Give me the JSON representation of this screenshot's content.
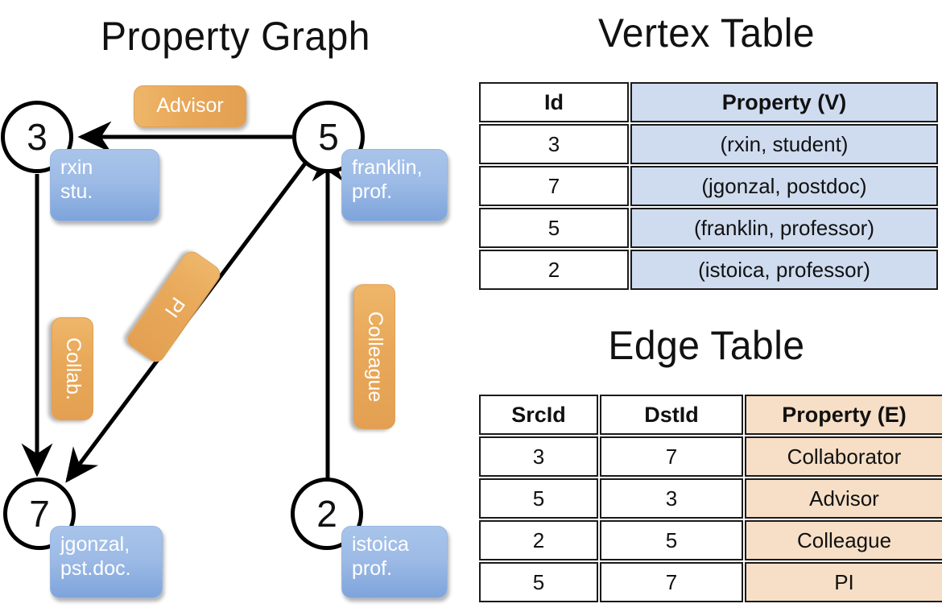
{
  "titles": {
    "property_graph": "Property Graph",
    "vertex_table": "Vertex Table",
    "edge_table": "Edge Table"
  },
  "graph": {
    "nodes": [
      {
        "id": "3",
        "prop_lines": [
          "rxin",
          "stu."
        ]
      },
      {
        "id": "5",
        "prop_lines": [
          "franklin,",
          "prof."
        ]
      },
      {
        "id": "7",
        "prop_lines": [
          "jgonzal,",
          "pst.doc."
        ]
      },
      {
        "id": "2",
        "prop_lines": [
          "istoica",
          "prof."
        ]
      }
    ],
    "edge_labels": [
      {
        "name": "advisor",
        "text": "Advisor"
      },
      {
        "name": "collab",
        "text": "Collab."
      },
      {
        "name": "pi",
        "text": "PI"
      },
      {
        "name": "colleague",
        "text": "Colleague"
      }
    ]
  },
  "vertex_table": {
    "headers": [
      "Id",
      "Property (V)"
    ],
    "rows": [
      [
        "3",
        "(rxin, student)"
      ],
      [
        "7",
        "(jgonzal, postdoc)"
      ],
      [
        "5",
        "(franklin, professor)"
      ],
      [
        "2",
        "(istoica, professor)"
      ]
    ]
  },
  "edge_table": {
    "headers": [
      "SrcId",
      "DstId",
      "Property (E)"
    ],
    "rows": [
      [
        "3",
        "7",
        "Collaborator"
      ],
      [
        "5",
        "3",
        "Advisor"
      ],
      [
        "2",
        "5",
        "Colleague"
      ],
      [
        "5",
        "7",
        "PI"
      ]
    ]
  },
  "colors": {
    "vertex_fill": "#9dbbe6",
    "edge_fill": "#e9a95a",
    "vertex_cell": "#cfdcef",
    "edge_cell": "#f6dfc6",
    "stroke": "#000000"
  }
}
